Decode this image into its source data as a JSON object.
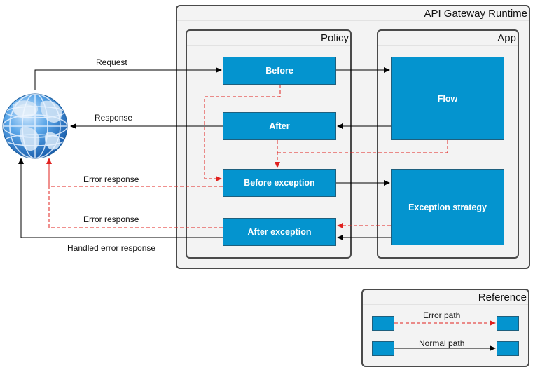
{
  "runtime": {
    "title": "API Gateway Runtime"
  },
  "policy": {
    "title": "Policy",
    "boxes": {
      "before": "Before",
      "after": "After",
      "before_exception": "Before exception",
      "after_exception": "After exception"
    }
  },
  "app": {
    "title": "App",
    "boxes": {
      "flow": "Flow",
      "exception_strategy": "Exception strategy"
    }
  },
  "edge_labels": {
    "request": "Request",
    "response": "Response",
    "error_response_1": "Error response",
    "error_response_2": "Error response",
    "handled_error_response": "Handled error response"
  },
  "reference": {
    "title": "Reference",
    "error_path": "Error path",
    "normal_path": "Normal path"
  },
  "colors": {
    "box_fill": "#0494cf",
    "frame_fill": "#f3f3f3",
    "normal_arrow": "#000000",
    "error_arrow": "#e0201e"
  },
  "icons": {
    "client": "globe-icon"
  }
}
